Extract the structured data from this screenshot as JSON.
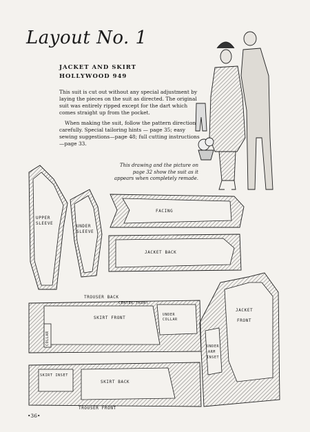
{
  "layout_title": "Layout No. 1",
  "subtitle_line1": "JACKET AND SKIRT",
  "subtitle_line2": "HOLLYWOOD 949",
  "paragraph1": "This suit is cut out without any special adjustment by laying the pieces on the suit as directed. The original suit was entirely ripped except for the dart which comes straight up from the pocket.",
  "paragraph2": "When making the suit, follow the pattern directions carefully. Special tailoring hints — page 35; easy sewing suggestions—page 48; full cutting instructions—page 33.",
  "caption": "This drawing and the picture on page 32 show the suit as it appears when completely remade.",
  "labels": {
    "upper_sleeve_1": "UPPER",
    "upper_sleeve_2": "SLEEVE",
    "under_sleeve_1": "UNDER",
    "under_sleeve_2": "SLEEVE",
    "facing": "FACING",
    "jacket_back": "JACKET BACK",
    "trouser_back_top": "TROUSER BACK",
    "center_front": "CENTER FRONT",
    "skirt_front": "SKIRT FRONT",
    "under_collar_1": "UNDER",
    "under_collar_2": "COLLAR",
    "collar": "COLLAR",
    "skirt_inset": "SKIRT INSET",
    "skirt_back": "SKIRT BACK",
    "trouser_front": "TROUSER FRONT",
    "jacket_front_1": "JACKET",
    "jacket_front_2": "FRONT",
    "under_arm_1": "UNDER",
    "under_arm_2": "ARM",
    "under_arm_3": "INSET"
  },
  "page_number": "•36•"
}
